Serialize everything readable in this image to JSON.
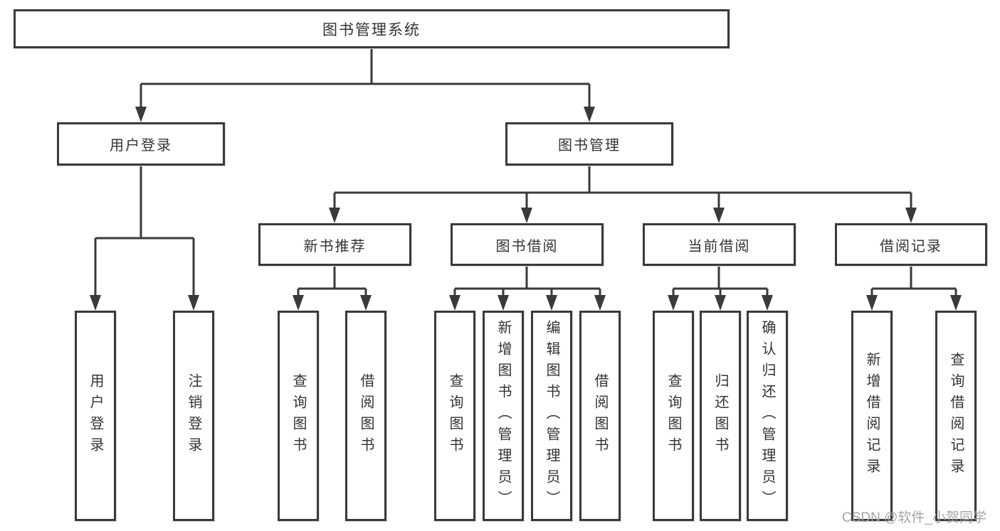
{
  "diagram": {
    "title": "library-management-system-function-tree",
    "root": {
      "label": "图书管理系统"
    },
    "branches": [
      {
        "label": "用户登录",
        "children": [
          "用户登录",
          "注销登录"
        ]
      },
      {
        "label": "图书管理",
        "sections": [
          {
            "label": "新书推荐",
            "children": [
              "查询图书",
              "借阅图书"
            ]
          },
          {
            "label": "图书借阅",
            "children": [
              "查询图书",
              "新增图书（管理员）",
              "编辑图书（管理员）",
              "借阅图书"
            ]
          },
          {
            "label": "当前借阅",
            "children": [
              "查询图书",
              "归还图书",
              "确认归还（管理员）"
            ]
          },
          {
            "label": "借阅记录",
            "children": [
              "新增借阅记录",
              "查询借阅记录"
            ]
          }
        ]
      }
    ]
  },
  "watermark": {
    "text": "CSDN @软件_小贺同学"
  },
  "colors": {
    "line": "#3a3a3a",
    "text": "#333333",
    "watermark": "#a6a6a6",
    "bg": "#ffffff"
  }
}
